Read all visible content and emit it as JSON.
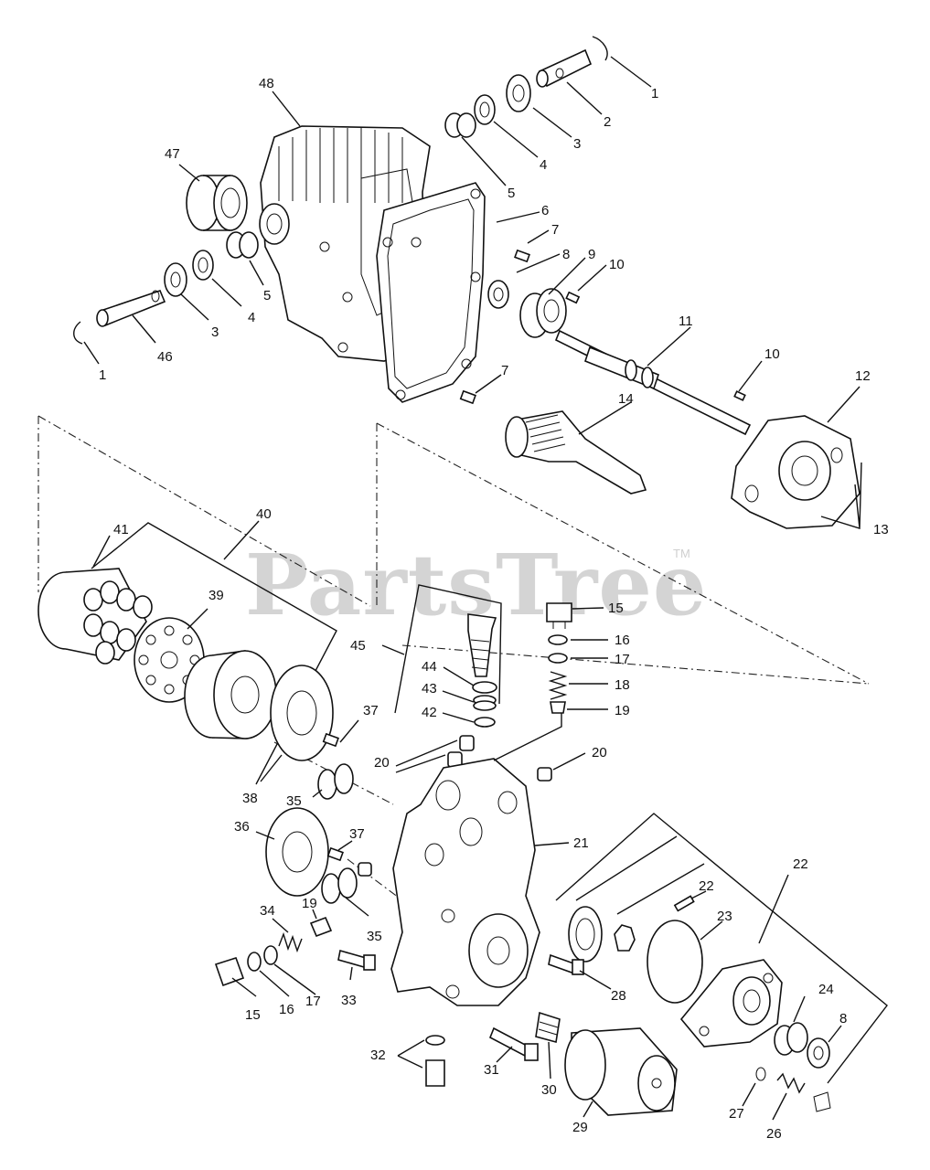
{
  "watermark": {
    "text": "PartsTree",
    "trademark": "TM"
  },
  "callouts": [
    {
      "id": "c1a",
      "text": "1"
    },
    {
      "id": "c2",
      "text": "2"
    },
    {
      "id": "c3a",
      "text": "3"
    },
    {
      "id": "c4a",
      "text": "4"
    },
    {
      "id": "c5a",
      "text": "5"
    },
    {
      "id": "c6",
      "text": "6"
    },
    {
      "id": "c7a",
      "text": "7"
    },
    {
      "id": "c8a",
      "text": "8"
    },
    {
      "id": "c9",
      "text": "9"
    },
    {
      "id": "c10a",
      "text": "10"
    },
    {
      "id": "c11",
      "text": "11"
    },
    {
      "id": "c10b",
      "text": "10"
    },
    {
      "id": "c12",
      "text": "12"
    },
    {
      "id": "c13",
      "text": "13"
    },
    {
      "id": "c14",
      "text": "14"
    },
    {
      "id": "c7b",
      "text": "7"
    },
    {
      "id": "c48",
      "text": "48"
    },
    {
      "id": "c47",
      "text": "47"
    },
    {
      "id": "c5b",
      "text": "5"
    },
    {
      "id": "c4b",
      "text": "4"
    },
    {
      "id": "c3b",
      "text": "3"
    },
    {
      "id": "c46",
      "text": "46"
    },
    {
      "id": "c1b",
      "text": "1"
    },
    {
      "id": "c40",
      "text": "40"
    },
    {
      "id": "c41",
      "text": "41"
    },
    {
      "id": "c39",
      "text": "39"
    },
    {
      "id": "c45",
      "text": "45"
    },
    {
      "id": "c44",
      "text": "44"
    },
    {
      "id": "c43",
      "text": "43"
    },
    {
      "id": "c42",
      "text": "42"
    },
    {
      "id": "c15a",
      "text": "15"
    },
    {
      "id": "c16a",
      "text": "16"
    },
    {
      "id": "c17a",
      "text": "17"
    },
    {
      "id": "c18",
      "text": "18"
    },
    {
      "id": "c19a",
      "text": "19"
    },
    {
      "id": "c37a",
      "text": "37"
    },
    {
      "id": "c20a",
      "text": "20"
    },
    {
      "id": "c20b",
      "text": "20"
    },
    {
      "id": "c38",
      "text": "38"
    },
    {
      "id": "c35a",
      "text": "35"
    },
    {
      "id": "c36",
      "text": "36"
    },
    {
      "id": "c37b",
      "text": "37"
    },
    {
      "id": "c21",
      "text": "21"
    },
    {
      "id": "c22a",
      "text": "22"
    },
    {
      "id": "c22b",
      "text": "22"
    },
    {
      "id": "c23",
      "text": "23"
    },
    {
      "id": "c24",
      "text": "24"
    },
    {
      "id": "c8b",
      "text": "8"
    },
    {
      "id": "c34",
      "text": "34"
    },
    {
      "id": "c19b",
      "text": "19"
    },
    {
      "id": "c35b",
      "text": "35"
    },
    {
      "id": "c33",
      "text": "33"
    },
    {
      "id": "c15b",
      "text": "15"
    },
    {
      "id": "c16b",
      "text": "16"
    },
    {
      "id": "c17b",
      "text": "17"
    },
    {
      "id": "c28",
      "text": "28"
    },
    {
      "id": "c32",
      "text": "32"
    },
    {
      "id": "c31",
      "text": "31"
    },
    {
      "id": "c30",
      "text": "30"
    },
    {
      "id": "c29",
      "text": "29"
    },
    {
      "id": "c27",
      "text": "27"
    },
    {
      "id": "c26",
      "text": "26"
    }
  ]
}
